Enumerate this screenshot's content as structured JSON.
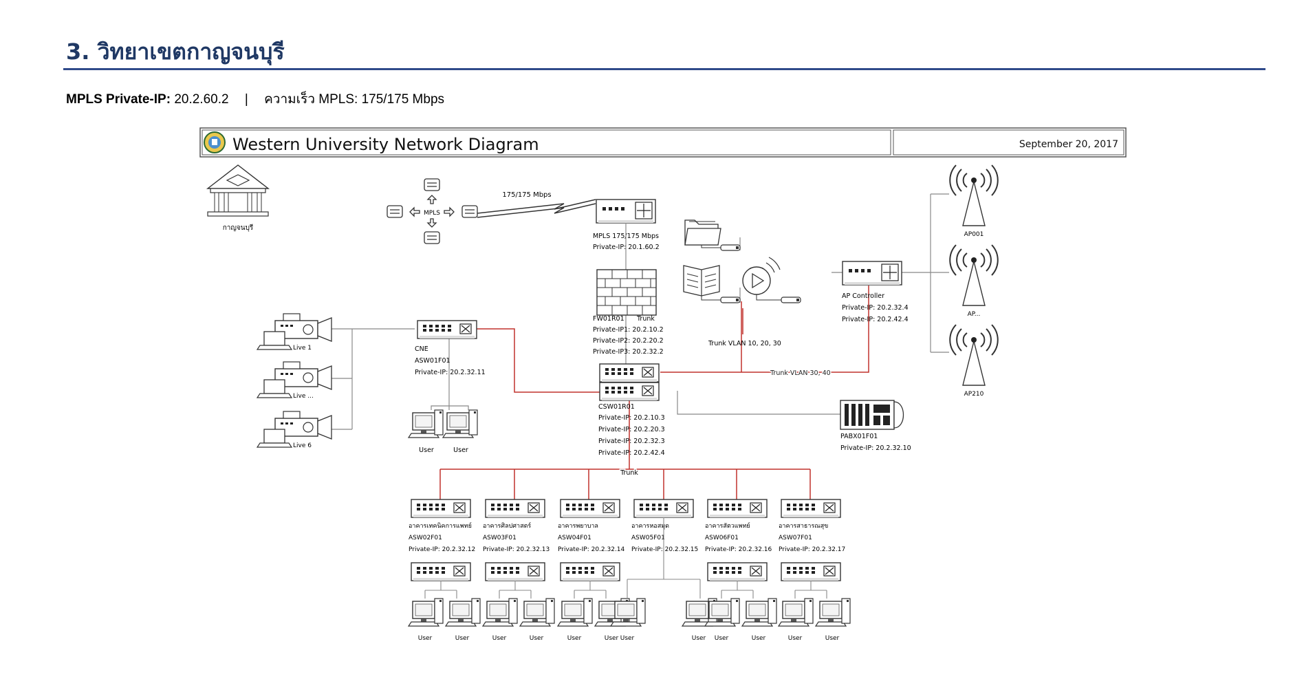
{
  "section": {
    "heading": "3. วิทยาเขตกาญจนบุรี",
    "mpls_label": "MPLS Private-IP:",
    "mpls_ip": "20.2.60.2",
    "separator": "|",
    "speed_text": "ความเร็ว MPLS: 175/175 Mbps"
  },
  "diagram": {
    "title": "Western University Network Diagram",
    "date": "September 20, 2017",
    "campus_label": "กาญจนบุรี",
    "cloud_label": "MPLS",
    "link_speed": "175/175 Mbps",
    "mpls_router": {
      "line1": "MPLS 175/175 Mbps",
      "line2": "Private-IP: 20.1.60.2"
    },
    "firewall": {
      "name": "FW01R01",
      "trunk": "Trunk",
      "ip1": "Private-IP1: 20.2.10.2",
      "ip2": "Private-IP2: 20.2.20.2",
      "ip3": "Private-IP3: 20.2.32.2"
    },
    "cne": {
      "name": "CNE",
      "id": "ASW01F01",
      "ip": "Private-IP: 20.2.32.11"
    },
    "core": {
      "name": "CSW01R01",
      "ip1": "Private-IP: 20.2.10.3",
      "ip2": "Private-IP: 20.2.20.3",
      "ip3": "Private-IP: 20.2.32.3",
      "ip4": "Private-IP: 20.2.42.4"
    },
    "trunk_label": "Trunk",
    "trunk_vlan_a": "Trunk VLAN 10, 20, 30",
    "trunk_vlan_b": "Trunk VLAN 30, 40",
    "ap_controller": {
      "name": "AP Controller",
      "ip1": "Private-IP: 20.2.32.4",
      "ip2": "Private-IP: 20.2.42.4"
    },
    "aps": [
      "AP001",
      "AP...",
      "AP210"
    ],
    "pabx": {
      "name": "PABX01F01",
      "ip": "Private-IP: 20.2.32.10"
    },
    "cameras": [
      "Live 1",
      "Live ...",
      "Live 6"
    ],
    "user_label": "User",
    "access_switches": [
      {
        "building": "อาคารเทคนิคการแพทย์",
        "id": "ASW02F01",
        "ip": "Private-IP: 20.2.32.12"
      },
      {
        "building": "อาคารศิลปศาสตร์",
        "id": "ASW03F01",
        "ip": "Private-IP: 20.2.32.13"
      },
      {
        "building": "อาคารพยาบาล",
        "id": "ASW04F01",
        "ip": "Private-IP: 20.2.32.14"
      },
      {
        "building": "อาคารหอสมุด",
        "id": "ASW05F01",
        "ip": "Private-IP: 20.2.32.15"
      },
      {
        "building": "อาคารสัตวแพทย์",
        "id": "ASW06F01",
        "ip": "Private-IP: 20.2.32.16"
      },
      {
        "building": "อาคารสาธารณสุข",
        "id": "ASW07F01",
        "ip": "Private-IP: 20.2.32.17"
      }
    ],
    "colors": {
      "trunk": "#c0302b",
      "link": "#888888",
      "heading": "#1f3864"
    }
  }
}
